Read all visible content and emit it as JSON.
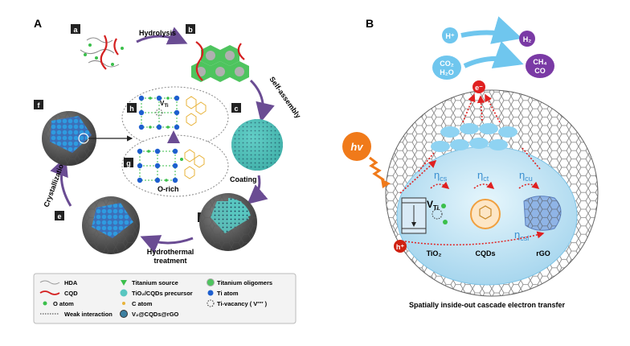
{
  "panel_a": {
    "label": "A",
    "steps": [
      {
        "tag": "a"
      },
      {
        "tag": "b"
      },
      {
        "tag": "c"
      },
      {
        "tag": "d"
      },
      {
        "tag": "e"
      },
      {
        "tag": "f"
      },
      {
        "tag": "g"
      },
      {
        "tag": "h"
      }
    ],
    "arrows": {
      "hydrolysis": "Hydrolysis",
      "self_assembly": "Self-assembly",
      "coating": "Coating",
      "hydrothermal_1": "Hydrothermal",
      "hydrothermal_2": "treatment",
      "crystallization": "Crystallization",
      "o_rich": "O-rich",
      "vti": "V",
      "vti_sub": "Ti"
    },
    "legend": [
      {
        "label": "HDA"
      },
      {
        "label": "Titanium source"
      },
      {
        "label": "Titanium oligomers"
      },
      {
        "label": "CQD"
      },
      {
        "label": "TiO₂/CQDs precursor"
      },
      {
        "label": "Ti atom"
      },
      {
        "label": "O atom"
      },
      {
        "label": "C atom"
      },
      {
        "label": "Ti-vacancy ( V′′′′ )"
      },
      {
        "label": "Weak interaction"
      },
      {
        "label": "V₂@CQDs@rGO"
      }
    ]
  },
  "panel_b": {
    "label": "B",
    "reactants": [
      {
        "text": "H⁺"
      },
      {
        "text": "CO₂"
      },
      {
        "text": "H₂O"
      }
    ],
    "products": [
      {
        "text": "H₂"
      },
      {
        "text": "CH₄"
      },
      {
        "text": "CO"
      }
    ],
    "electron": "e⁻",
    "hole": "h⁺",
    "hv": "hv",
    "eta": {
      "cs": "cs",
      "ct": "ct",
      "cu": "cu",
      "csl": "csl"
    },
    "vti": "V",
    "vti_sub": "Ti",
    "materials": {
      "tio2": "TiO₂",
      "cqds": "CQDs",
      "rgo": "rGO"
    },
    "caption": "Spatially inside-out cascade electron transfer",
    "colors": {
      "electron": "#e02020",
      "hole": "#d02010",
      "sky": "#6fc6ee",
      "purple": "#7a3aa5",
      "orange": "#f07a1a"
    }
  }
}
